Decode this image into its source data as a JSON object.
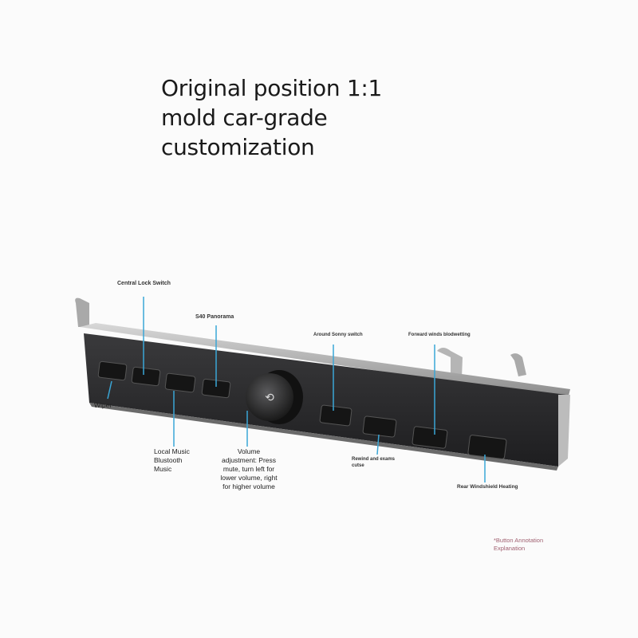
{
  "headline": {
    "lines": [
      "Original position 1:1",
      "mold car-grade",
      "customization"
    ]
  },
  "labels": {
    "central_lock": "Central Lock Switch",
    "panorama": "S40 Panorama",
    "wiper": "Wiper",
    "music": [
      "Local Music",
      "Blustooth",
      "Music"
    ],
    "volume": [
      "Volume",
      "adjustment: Press",
      "mute, turn left for",
      "lower volume, right",
      "for higher volume"
    ],
    "around": "Around Sonny switch",
    "forward": "Forward winds blodwetting",
    "rewind": [
      "Rewind and exams",
      "cutse"
    ],
    "rear_heating": "Rear Windshield Heating"
  },
  "annotation": [
    "*Button Annotation",
    "Explanation"
  ],
  "colors": {
    "leader": "#3aa6d6",
    "body": "#2b2b2d",
    "note": "#a06070"
  }
}
